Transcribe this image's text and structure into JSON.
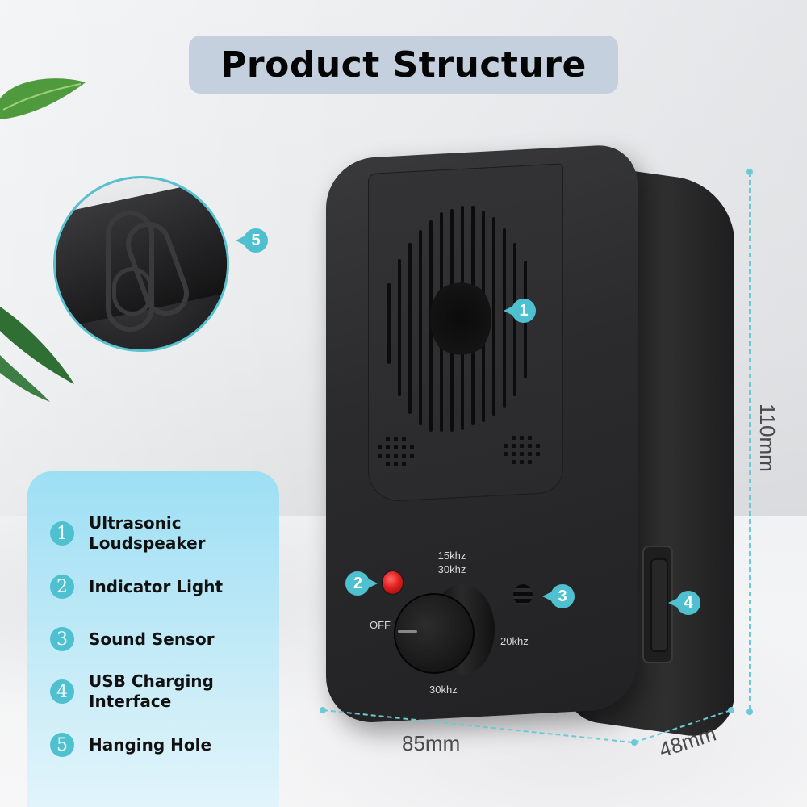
{
  "title": "Product Structure",
  "legend": {
    "items": [
      {
        "number": "1",
        "line1": "Ultrasonic",
        "line2": "Loudspeaker"
      },
      {
        "number": "2",
        "line1": "Indicator Light",
        "line2": ""
      },
      {
        "number": "3",
        "line1": "Sound Sensor",
        "line2": ""
      },
      {
        "number": "4",
        "line1": "USB Charging",
        "line2": "Interface"
      },
      {
        "number": "5",
        "line1": "Hanging Hole",
        "line2": ""
      }
    ]
  },
  "callouts": {
    "speaker": "1",
    "indicator": "2",
    "sensor": "3",
    "usb": "4",
    "hanging_hole": "5"
  },
  "dial": {
    "top_line1": "15khz",
    "top_line2": "30khz",
    "left": "OFF",
    "right": "20khz",
    "bottom": "30khz"
  },
  "dimensions": {
    "height": "110mm",
    "width": "85mm",
    "depth": "48mm"
  },
  "colors": {
    "accent": "#4fc0cf",
    "title_bg": "#c4d0de",
    "legend_bg_top": "#9ddff4",
    "device": "#2b2b2d",
    "led": "#e11f1f"
  }
}
